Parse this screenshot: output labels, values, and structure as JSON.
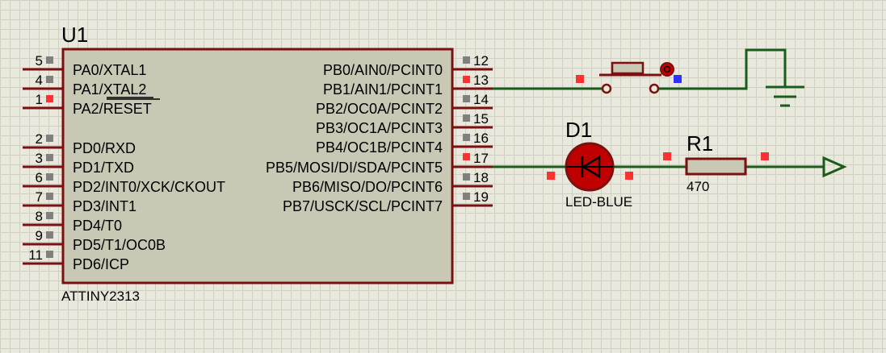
{
  "u1": {
    "ref": "U1",
    "value": "ATTINY2313",
    "left_pins": [
      {
        "num": "5",
        "name": "PA0/XTAL1"
      },
      {
        "num": "4",
        "name": "PA1/XTAL2"
      },
      {
        "num": "1",
        "name": "PA2/RESET"
      },
      {
        "num": "2",
        "name": "PD0/RXD"
      },
      {
        "num": "3",
        "name": "PD1/TXD"
      },
      {
        "num": "6",
        "name": "PD2/INT0/XCK/CKOUT"
      },
      {
        "num": "7",
        "name": "PD3/INT1"
      },
      {
        "num": "8",
        "name": "PD4/T0"
      },
      {
        "num": "9",
        "name": "PD5/T1/OC0B"
      },
      {
        "num": "11",
        "name": "PD6/ICP"
      }
    ],
    "right_pins": [
      {
        "num": "12",
        "name": "PB0/AIN0/PCINT0"
      },
      {
        "num": "13",
        "name": "PB1/AIN1/PCINT1"
      },
      {
        "num": "14",
        "name": "PB2/OC0A/PCINT2"
      },
      {
        "num": "15",
        "name": "PB3/OC1A/PCINT3"
      },
      {
        "num": "16",
        "name": "PB4/OC1B/PCINT4"
      },
      {
        "num": "17",
        "name": "PB5/MOSI/DI/SDA/PCINT5"
      },
      {
        "num": "18",
        "name": "PB6/MISO/DO/PCINT6"
      },
      {
        "num": "19",
        "name": "PB7/USCK/SCL/PCINT7"
      }
    ]
  },
  "d1": {
    "ref": "D1",
    "value": "LED-BLUE"
  },
  "r1": {
    "ref": "R1",
    "value": "470"
  },
  "colors": {
    "wire": "#1a5c1a",
    "component": "#7a1010",
    "ic_fill": "#c8c8b4",
    "led_fill": "#c00000",
    "pin_active": "#ff3030",
    "pin_idle": "#808080",
    "probe": "#3030ff"
  }
}
